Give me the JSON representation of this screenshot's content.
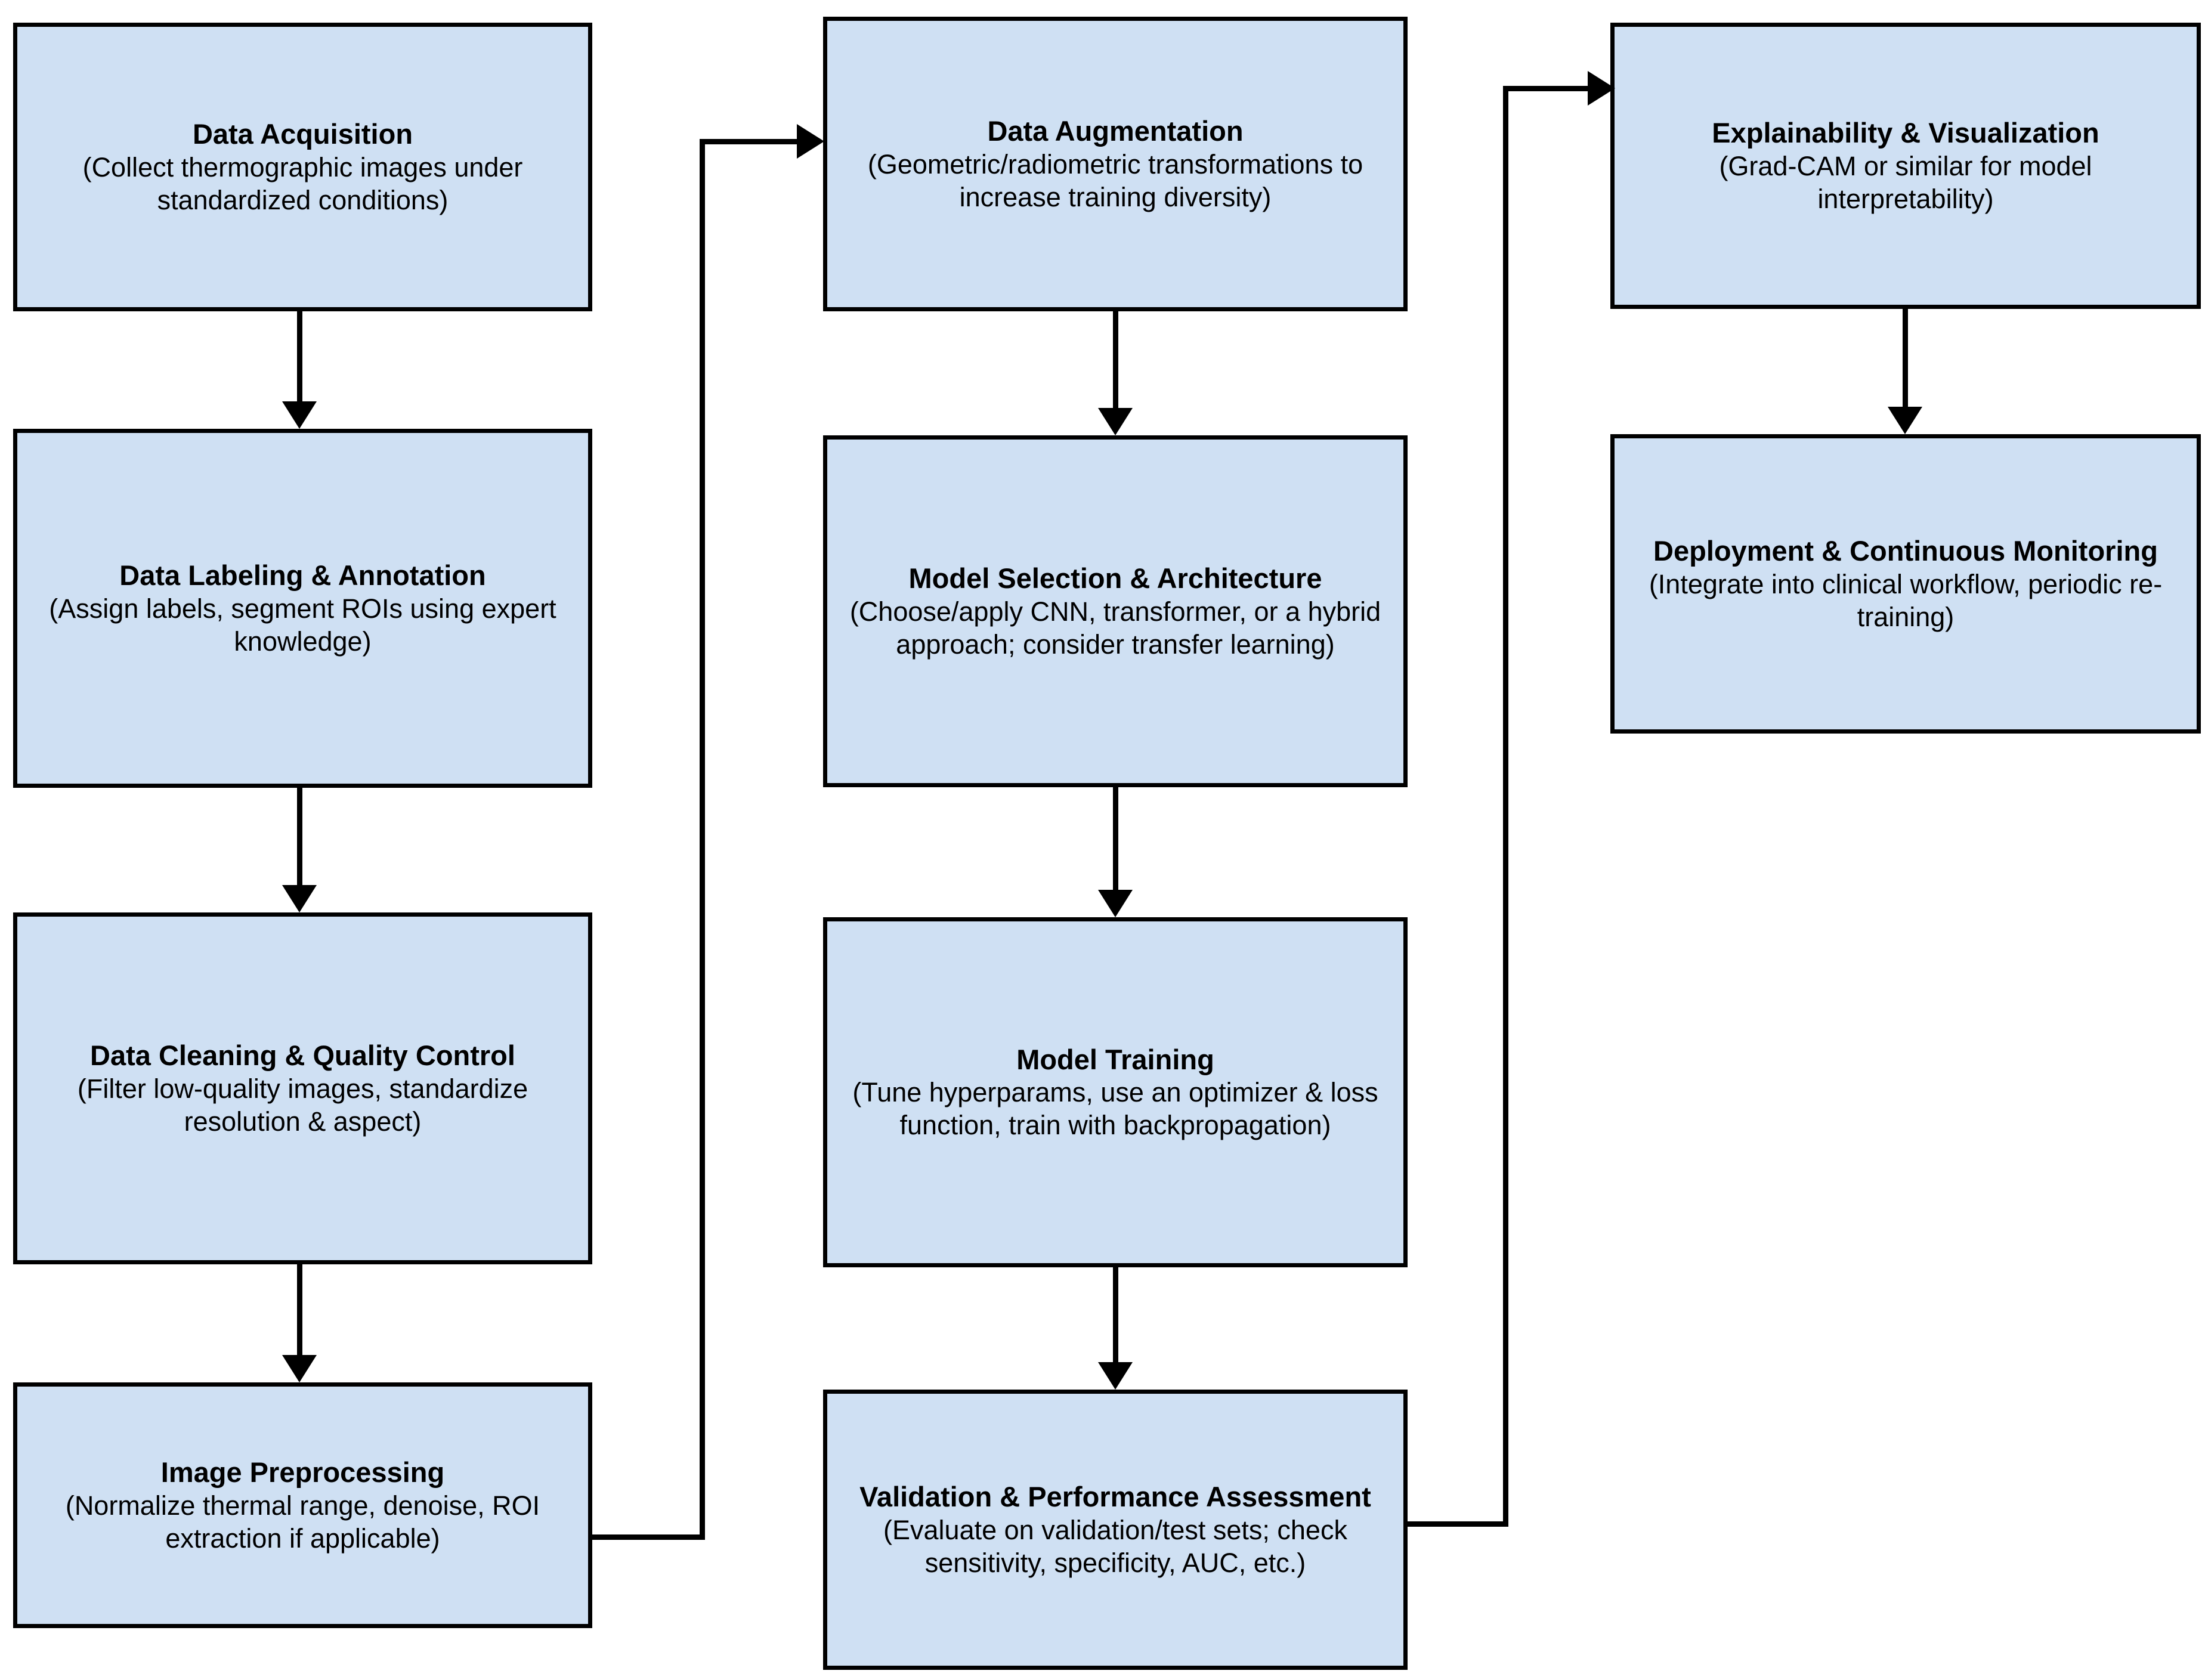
{
  "diagram": {
    "type": "flowchart",
    "orientation": "three-column vertical flow with wrap-around connectors",
    "colors": {
      "node_fill": "#cfe0f3",
      "node_border": "#000000",
      "edge": "#000000",
      "background": "#ffffff",
      "text": "#000000"
    },
    "columns": [
      {
        "index": 1,
        "nodes": [
          {
            "id": "data-acquisition",
            "title": "Data Acquisition",
            "subtitle": "(Collect thermographic images under standardized conditions)"
          },
          {
            "id": "data-labeling-annotation",
            "title": "Data Labeling & Annotation",
            "subtitle": "(Assign labels, segment ROIs using expert knowledge)"
          },
          {
            "id": "data-cleaning-quality-control",
            "title": "Data Cleaning & Quality Control",
            "subtitle": "(Filter low-quality images, standardize resolution & aspect)"
          },
          {
            "id": "image-preprocessing",
            "title": "Image Preprocessing",
            "subtitle": "(Normalize thermal range, denoise, ROI extraction if applicable)"
          }
        ]
      },
      {
        "index": 2,
        "nodes": [
          {
            "id": "data-augmentation",
            "title": "Data Augmentation",
            "subtitle": "(Geometric/radiometric transformations to increase training diversity)"
          },
          {
            "id": "model-selection-architecture",
            "title": "Model Selection & Architecture",
            "subtitle": "(Choose/apply CNN, transformer, or a hybrid approach; consider transfer learning)"
          },
          {
            "id": "model-training",
            "title": "Model Training",
            "subtitle": "(Tune hyperparams, use an optimizer & loss function, train with backpropagation)"
          },
          {
            "id": "validation-performance-assessment",
            "title": "Validation & Performance Assessment",
            "subtitle": "(Evaluate on validation/test sets; check sensitivity, specificity, AUC, etc.)"
          }
        ]
      },
      {
        "index": 3,
        "nodes": [
          {
            "id": "explainability-visualization",
            "title": "Explainability & Visualization",
            "subtitle": "(Grad-CAM or similar for model interpretability)"
          },
          {
            "id": "deployment-continuous-monitoring",
            "title": "Deployment & Continuous Monitoring",
            "subtitle": "(Integrate into clinical workflow, periodic re-training)"
          }
        ]
      }
    ],
    "edges": [
      {
        "from": "data-acquisition",
        "to": "data-labeling-annotation",
        "style": "straight-down-arrow"
      },
      {
        "from": "data-labeling-annotation",
        "to": "data-cleaning-quality-control",
        "style": "straight-down-arrow"
      },
      {
        "from": "data-cleaning-quality-control",
        "to": "image-preprocessing",
        "style": "straight-down-arrow"
      },
      {
        "from": "image-preprocessing",
        "to": "data-augmentation",
        "style": "right-up-right-arrow"
      },
      {
        "from": "data-augmentation",
        "to": "model-selection-architecture",
        "style": "straight-down-arrow"
      },
      {
        "from": "model-selection-architecture",
        "to": "model-training",
        "style": "straight-down-arrow"
      },
      {
        "from": "model-training",
        "to": "validation-performance-assessment",
        "style": "straight-down-arrow"
      },
      {
        "from": "validation-performance-assessment",
        "to": "explainability-visualization",
        "style": "right-up-right-arrow"
      },
      {
        "from": "explainability-visualization",
        "to": "deployment-continuous-monitoring",
        "style": "straight-down-arrow"
      }
    ]
  }
}
